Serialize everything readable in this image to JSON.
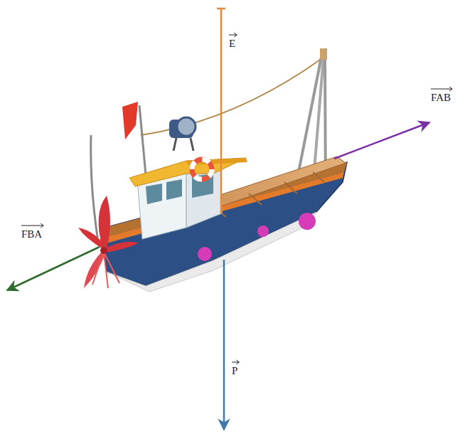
{
  "diagram": {
    "labels": [
      "E",
      "FAB",
      "FBA",
      "P"
    ]
  }
}
